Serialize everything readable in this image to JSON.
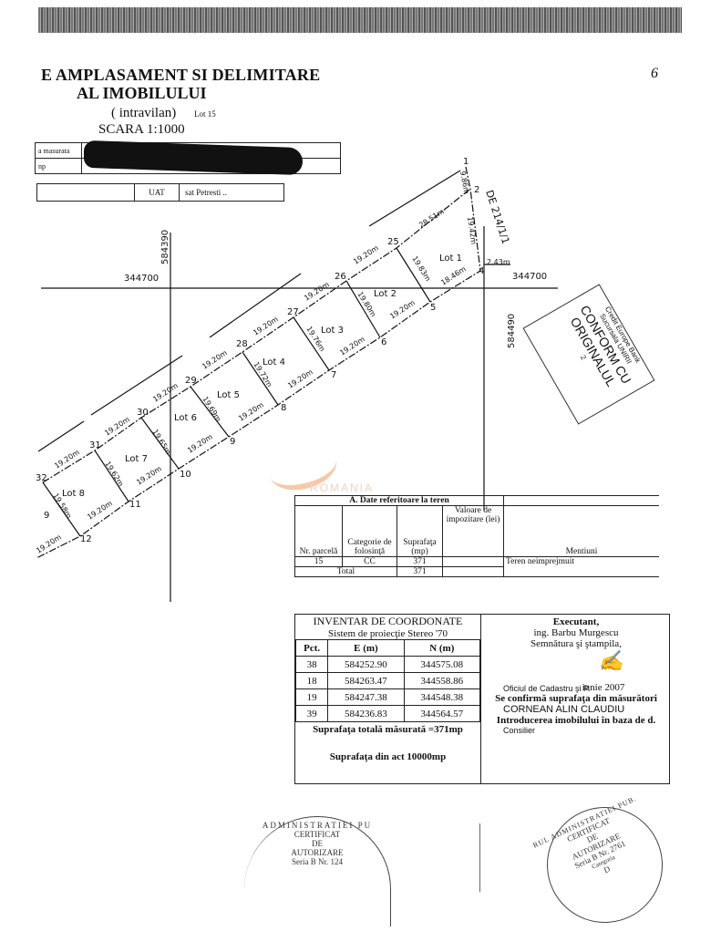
{
  "header": {
    "title_line1": "E AMPLASAMENT SI DELIMITARE",
    "title_line2": "AL  IMOBILULUI",
    "subtitle": "( intravilan)",
    "lot_note": "Lot 15",
    "scale": "SCARA 1:1000",
    "page_number": "6"
  },
  "info_table": {
    "row1_label": "a masurata",
    "row2_label": "np",
    "uat_label": "UAT",
    "uat_value": "sat Petresti .."
  },
  "map": {
    "grid": {
      "h_left": "344700",
      "h_right": "344700",
      "v_left": "584390",
      "v_right": "584490"
    },
    "road": "DE 214/1/1",
    "points": [
      "1",
      "2",
      "4",
      "25",
      "26",
      "27",
      "28",
      "29",
      "30",
      "31",
      "32",
      "5",
      "6",
      "7",
      "8",
      "9",
      "10",
      "11",
      "12",
      "9"
    ],
    "lots": [
      "Lot 1",
      "Lot 2",
      "Lot 3",
      "Lot 4",
      "Lot 5",
      "Lot 6",
      "Lot 7",
      "Lot 8"
    ],
    "distances": [
      "9.86m",
      "19.42m",
      "2.43m",
      "28.51m",
      "19.83m",
      "18.46m",
      "19.20m",
      "19.80m",
      "19.76m",
      "19.72m",
      "19.69m",
      "19.65m",
      "19.62m",
      "19.58m"
    ]
  },
  "teren": {
    "title": "A. Date referitoare la teren",
    "headers": [
      "Nr. parcelă",
      "Categorie de folosinţă",
      "Suprafaţa (mp)",
      "Valoare de impozitare (lei)",
      "Mentiuni"
    ],
    "row": [
      "15",
      "CC",
      "371",
      ""
    ],
    "mentiuni": "Teren neimprejmuit",
    "total_label": "Total",
    "total_value": "371"
  },
  "inventar": {
    "title": "INVENTAR DE COORDONATE",
    "system": "Sistem de proiecţie Stereo '70",
    "headers": [
      "Pct.",
      "E (m)",
      "N (m)"
    ],
    "rows": [
      [
        "38",
        "584252.90",
        "344575.08"
      ],
      [
        "18",
        "584263.47",
        "344558.86"
      ],
      [
        "19",
        "584247.38",
        "344548.38"
      ],
      [
        "39",
        "584236.83",
        "344564.57"
      ]
    ],
    "total": "Suprafaţa totală măsurată =371mp",
    "act": "Suprafaţa din act 10000mp"
  },
  "executant": {
    "title": "Executant,",
    "name": "ing. Barbu Murgescu",
    "sign": "Semnătura şi ştampila,",
    "oficiu": "Oficiul de Cadastru şi P.",
    "date": "iunie 2007",
    "confirm": "Se confirmă suprafaţa din măsurători",
    "cornean": "CORNEAN ALIN CLAUDIU",
    "introducere": "Introducerea imobilului în baza de d.",
    "consilier": "Consilier"
  },
  "stamps": {
    "left": [
      "ADMINISTRATIEI PU",
      "CERTIFICAT",
      "DE",
      "AUTORIZARE",
      "Seria B Nr. 124"
    ],
    "right": [
      "RUL ADMINISTRATIEI PUB.",
      "CERTIFICAT",
      "DE",
      "AUTORIZARE",
      "Seria B Nr. 2761",
      "Categoria",
      "D"
    ],
    "conform": [
      "Credit Europe Bank",
      "Sucursala UNIRII",
      "CONFORM CU",
      "ORIGINALUL",
      "2"
    ]
  },
  "watermark": "ROMANIA"
}
